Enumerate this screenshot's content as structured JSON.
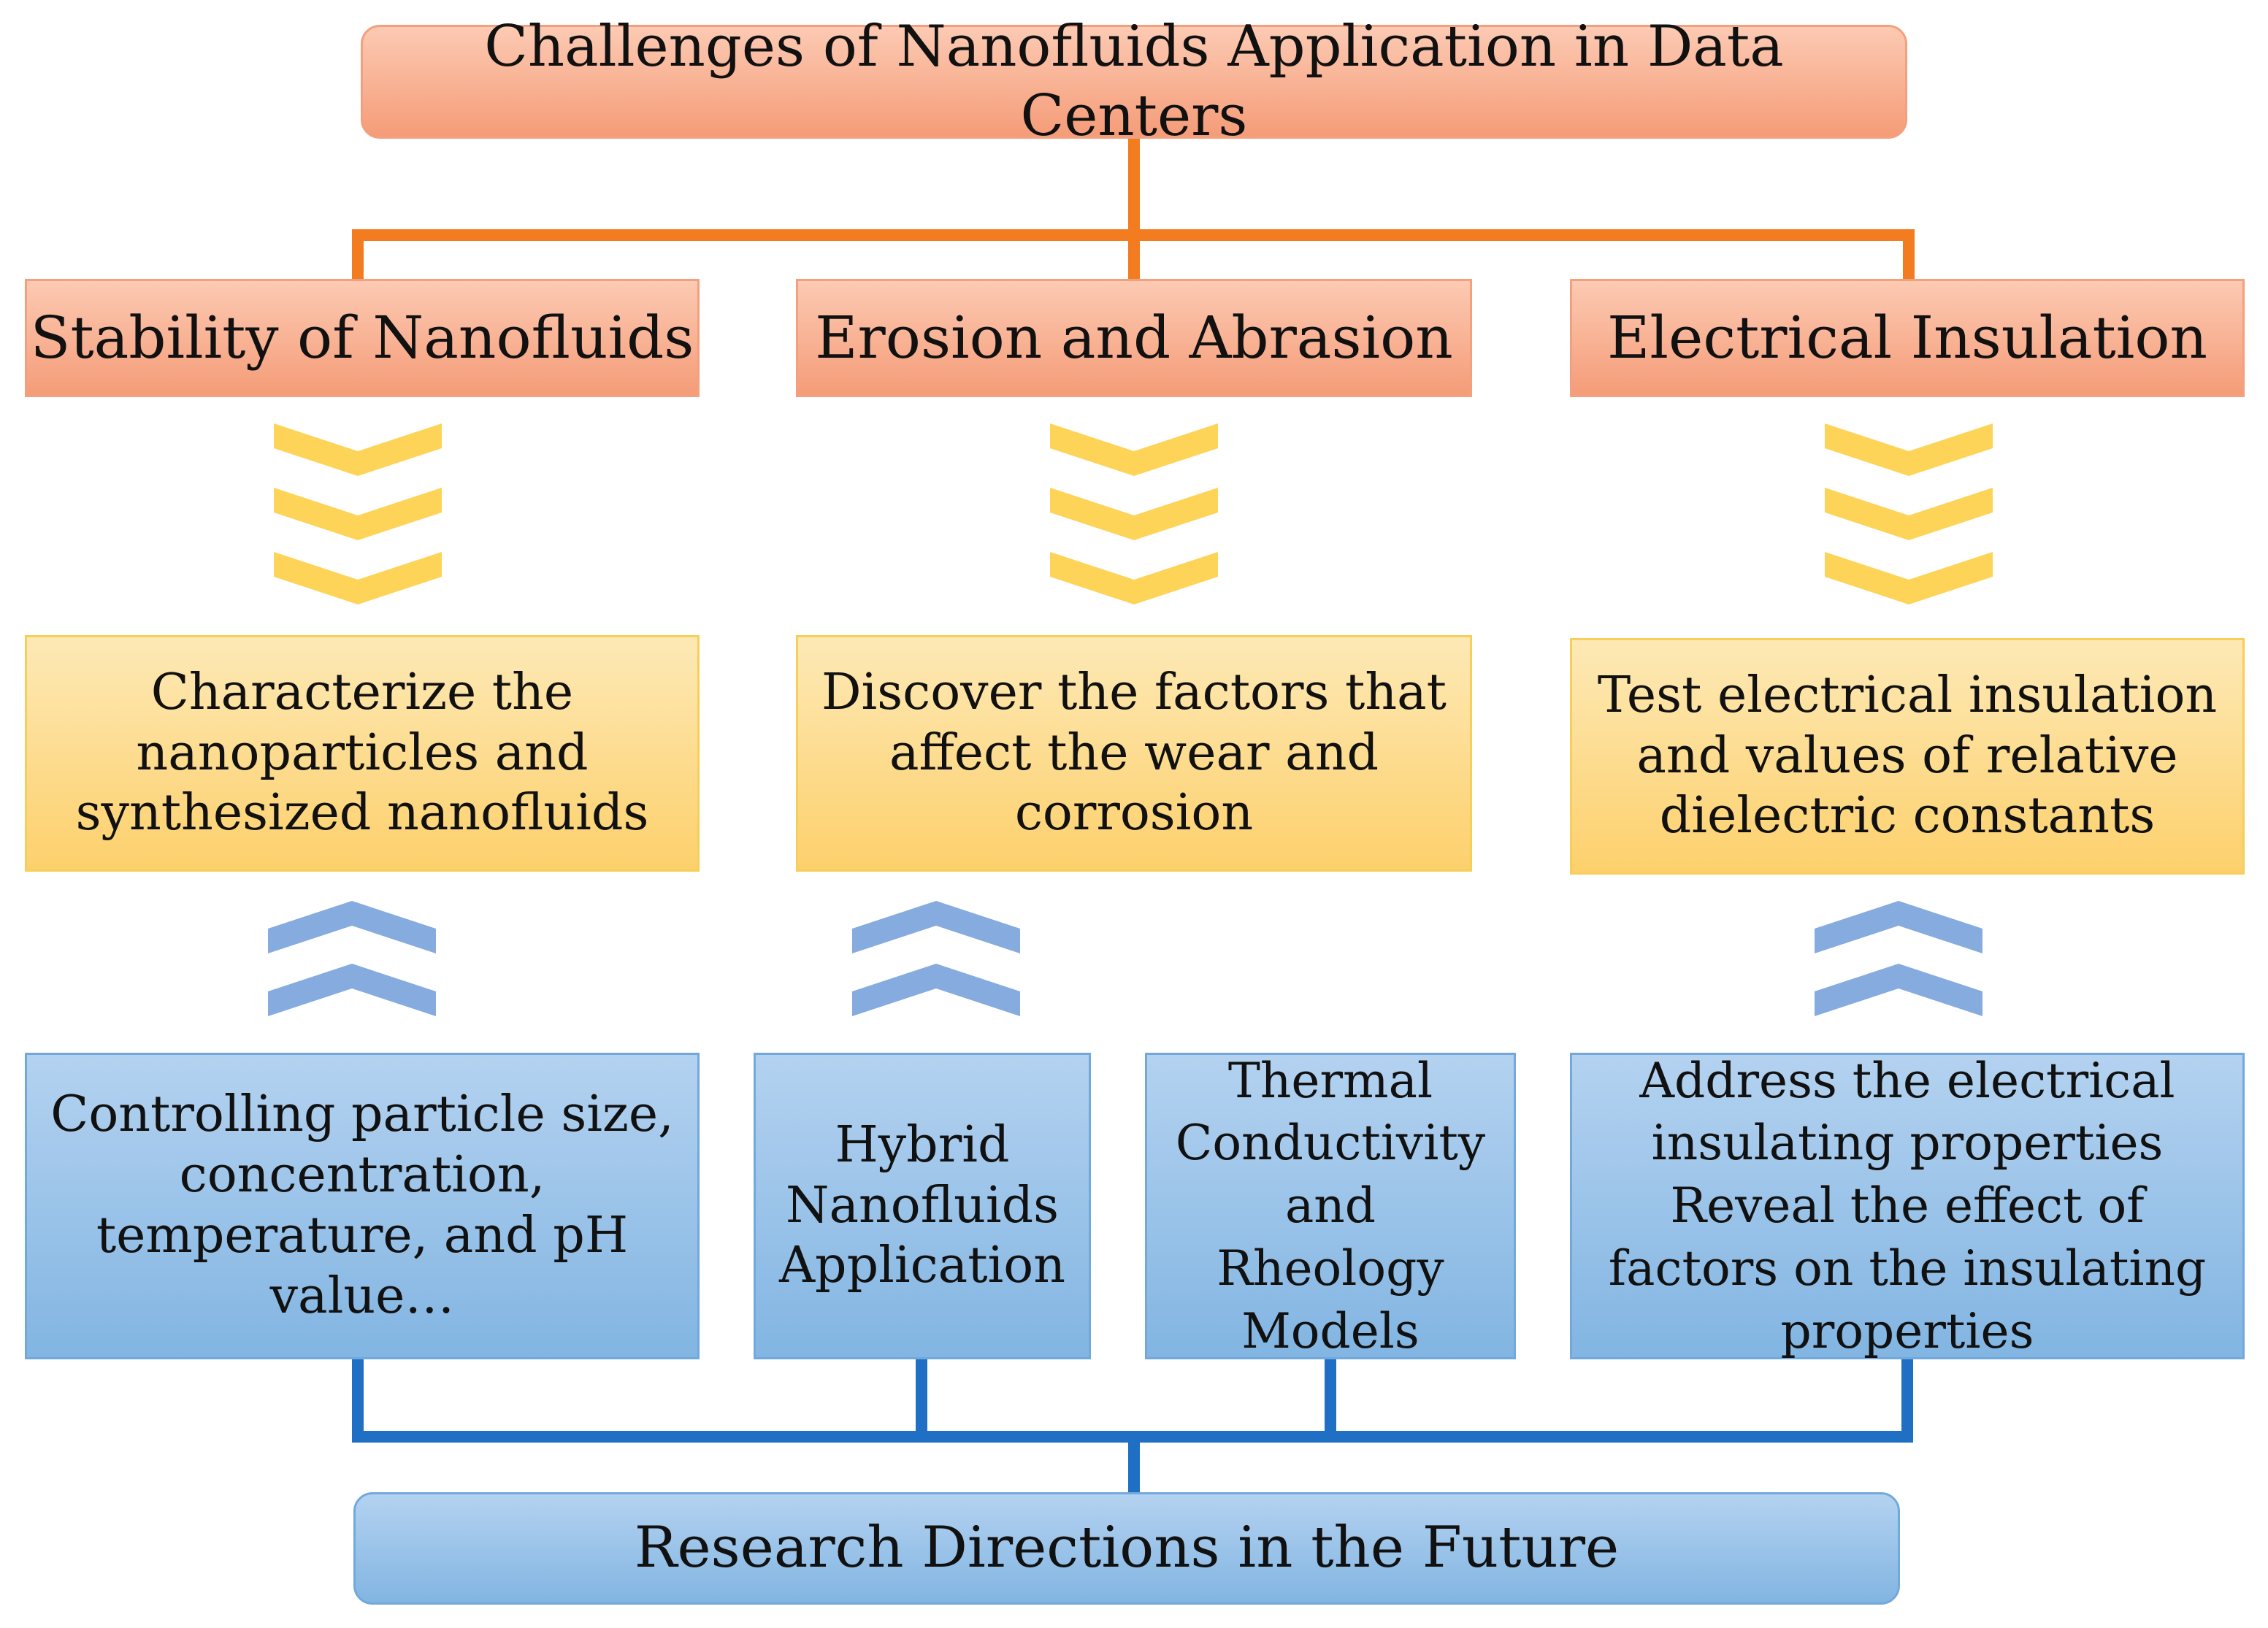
{
  "top": {
    "title": "Challenges of Nanofluids Application in Data Centers"
  },
  "challenges": [
    {
      "title": "Stability of Nanofluids",
      "task": "Characterize the\nnanoparticles and\nsynthesized nanofluids"
    },
    {
      "title": "Erosion and Abrasion",
      "task": "Discover the factors that\naffect the wear and\ncorrosion"
    },
    {
      "title": "Electrical Insulation",
      "task": "Test electrical insulation\nand values of relative\ndielectric constants"
    }
  ],
  "directions": [
    {
      "text": "Controlling particle size,\nconcentration,\ntemperature, and pH\nvalue…"
    },
    {
      "text": "Hybrid\nNanofluids\nApplication"
    },
    {
      "text": "Thermal\nConductivity\nand\nRheology\nModels"
    },
    {
      "text": "Address the electrical\ninsulating properties\nReveal the effect of\nfactors on the insulating\nproperties"
    }
  ],
  "bottom": {
    "title": "Research Directions in the Future"
  },
  "colors": {
    "orange_connector": "#f47c20",
    "yellow_chevron": "#fdd458",
    "blue_chevron": "#86abdf",
    "blue_connector": "#1f6fc5"
  }
}
